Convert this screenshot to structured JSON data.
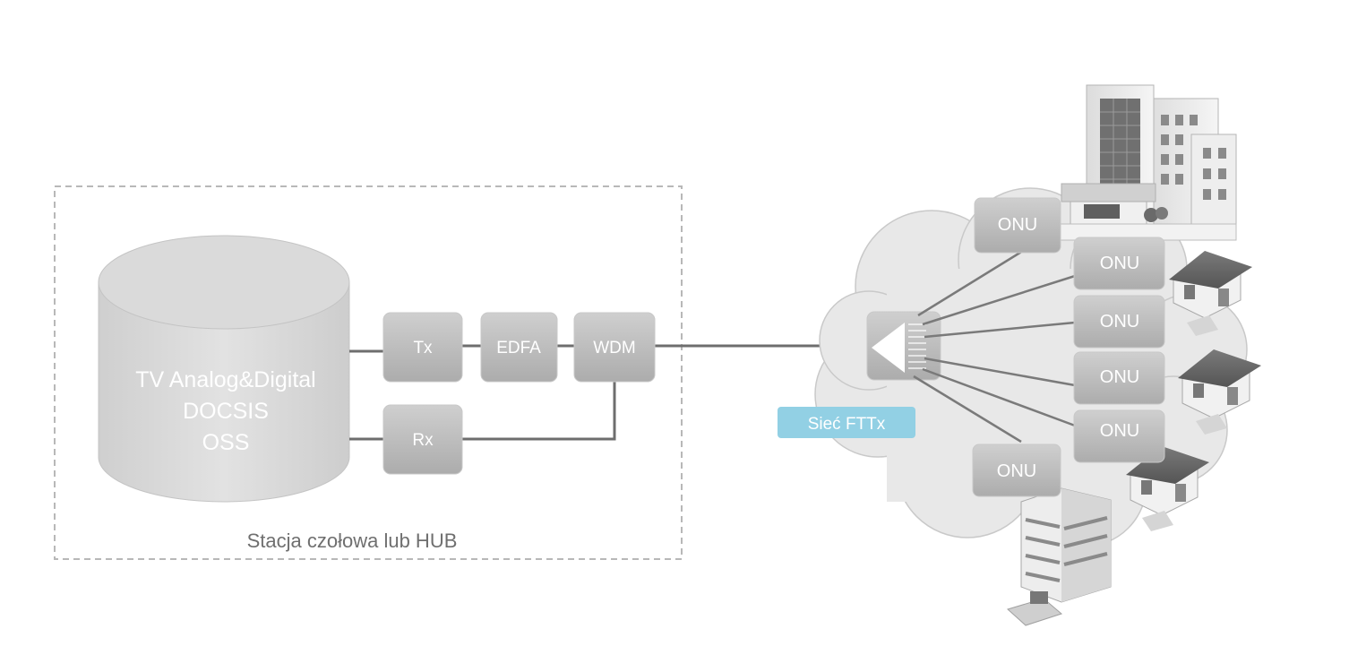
{
  "headend": {
    "frame_label": "Stacja czołowa lub HUB",
    "database_lines": [
      "TV Analog&Digital",
      "DOCSIS",
      "OSS"
    ]
  },
  "blocks": {
    "tx": "Tx",
    "edfa": "EDFA",
    "wdm": "WDM",
    "rx": "Rx"
  },
  "network": {
    "cloud_label": "Sieć FTTx",
    "onu_units": [
      "ONU",
      "ONU",
      "ONU",
      "ONU",
      "ONU",
      "ONU"
    ]
  },
  "colors": {
    "block_fill": "#bdbdbd",
    "database_fill": "#d9d9d9",
    "line": "#707070",
    "cloud_fill": "#e6e6e6",
    "label_bg": "#92d0e4"
  }
}
